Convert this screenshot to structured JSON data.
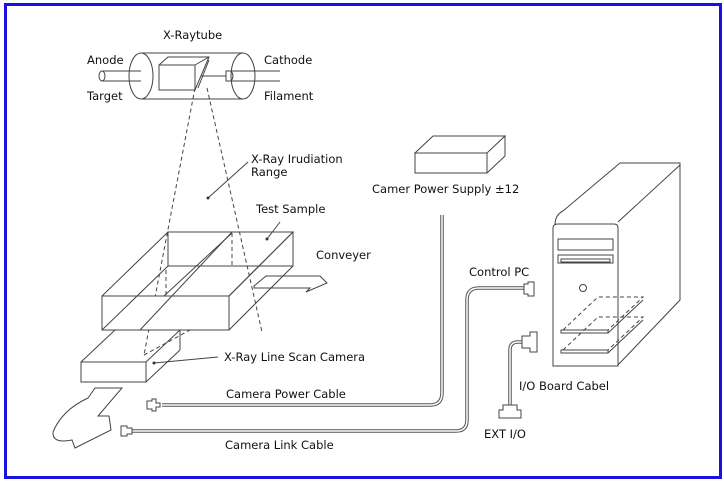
{
  "diagram": {
    "title": "X-Ray Line Scan Inspection System",
    "colors": {
      "frame": "#1a10e0",
      "line": "#444444",
      "background": "#ffffff"
    },
    "labels": {
      "xraytube": "X-Raytube",
      "anode": "Anode",
      "target": "Target",
      "cathode": "Cathode",
      "filament": "Filament",
      "irradiation_line1": "X-Ray Irudiation",
      "irradiation_line2": "Range",
      "test_sample": "Test Sample",
      "conveyer": "Conveyer",
      "line_scan_camera": "X-Ray Line Scan Camera",
      "camera_power_supply": "Camer Power Supply ±12",
      "control_pc": "Control PC",
      "io_board_cable": "I/O Board Cabel",
      "ext_io": "EXT I/O",
      "camera_power_cable": "Camera Power Cable",
      "camera_link_cable": "Camera Link Cable"
    }
  }
}
